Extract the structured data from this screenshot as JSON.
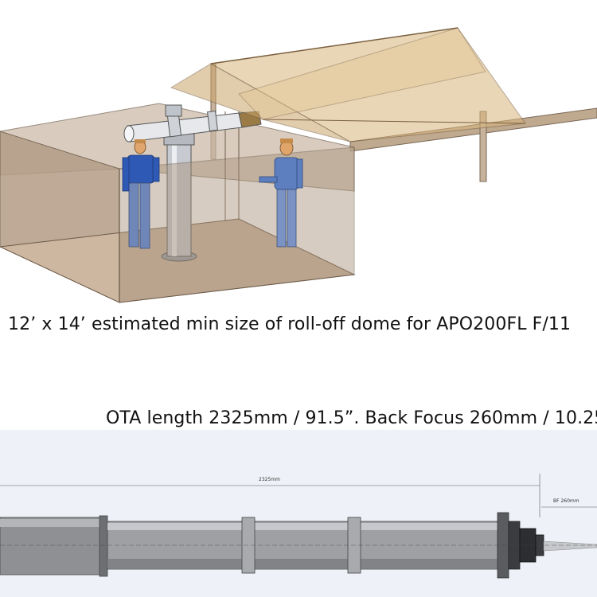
{
  "caption_top": "12’ x 14’ estimated min size of roll-off dome for APO200FL F/11",
  "caption_bottom": "OTA length 2325mm / 91.5”.  Back Focus 260mm / 10.25",
  "drawing": {
    "length_label": "2325mm",
    "backfocus_label": "BF 260mm"
  },
  "colors": {
    "wall": "#a58f78",
    "roof": "#caa56a",
    "person_shirt": "#2e59b4",
    "person_pants": "#6f86b8",
    "drawing_bg": "#eef2f8"
  }
}
